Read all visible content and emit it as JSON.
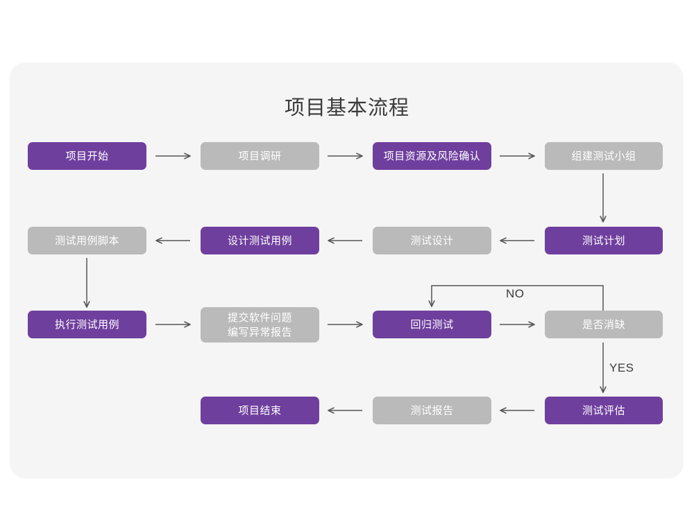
{
  "title": "项目基本流程",
  "palette": {
    "purple": "#6f3f9e",
    "gray": "#bababa",
    "card_bg": "#f5f5f5",
    "page_bg": "#ffffff",
    "connector": "#555555",
    "title_color": "#3a3a3a"
  },
  "nodes": [
    {
      "id": "n1",
      "label": "项目开始",
      "style": "purple",
      "row": 1,
      "col": 1
    },
    {
      "id": "n2",
      "label": "项目调研",
      "style": "gray",
      "row": 1,
      "col": 2
    },
    {
      "id": "n3",
      "label": "项目资源及风险确认",
      "style": "purple",
      "row": 1,
      "col": 3
    },
    {
      "id": "n4",
      "label": "组建测试小组",
      "style": "gray",
      "row": 1,
      "col": 4
    },
    {
      "id": "n5",
      "label": "测试用例脚本",
      "style": "gray",
      "row": 2,
      "col": 1
    },
    {
      "id": "n6",
      "label": "设计测试用例",
      "style": "purple",
      "row": 2,
      "col": 2
    },
    {
      "id": "n7",
      "label": "测试设计",
      "style": "gray",
      "row": 2,
      "col": 3
    },
    {
      "id": "n8",
      "label": "测试计划",
      "style": "purple",
      "row": 2,
      "col": 4
    },
    {
      "id": "n9",
      "label": "执行测试用例",
      "style": "purple",
      "row": 3,
      "col": 1
    },
    {
      "id": "n10",
      "label_line1": "提交软件问题",
      "label_line2": "编写异常报告",
      "style": "gray",
      "row": 3,
      "col": 2
    },
    {
      "id": "n11",
      "label": "回归测试",
      "style": "purple",
      "row": 3,
      "col": 3
    },
    {
      "id": "n12",
      "label": "是否消缺",
      "style": "gray",
      "row": 3,
      "col": 4
    },
    {
      "id": "n13",
      "label": "项目结束",
      "style": "purple",
      "row": 4,
      "col": 2
    },
    {
      "id": "n14",
      "label": "测试报告",
      "style": "gray",
      "row": 4,
      "col": 3
    },
    {
      "id": "n15",
      "label": "测试评估",
      "style": "purple",
      "row": 4,
      "col": 4
    }
  ],
  "edges": [
    {
      "from": "n1",
      "to": "n2",
      "dir": "right"
    },
    {
      "from": "n2",
      "to": "n3",
      "dir": "right"
    },
    {
      "from": "n3",
      "to": "n4",
      "dir": "right"
    },
    {
      "from": "n4",
      "to": "n8",
      "dir": "down"
    },
    {
      "from": "n8",
      "to": "n7",
      "dir": "left"
    },
    {
      "from": "n7",
      "to": "n6",
      "dir": "left"
    },
    {
      "from": "n6",
      "to": "n5",
      "dir": "left"
    },
    {
      "from": "n5",
      "to": "n9",
      "dir": "down"
    },
    {
      "from": "n9",
      "to": "n10",
      "dir": "right"
    },
    {
      "from": "n10",
      "to": "n11",
      "dir": "right"
    },
    {
      "from": "n11",
      "to": "n12",
      "dir": "right"
    },
    {
      "from": "n12",
      "to": "n11",
      "dir": "loop-back",
      "label": "NO"
    },
    {
      "from": "n12",
      "to": "n15",
      "dir": "down",
      "label": "YES"
    },
    {
      "from": "n15",
      "to": "n14",
      "dir": "left"
    },
    {
      "from": "n14",
      "to": "n13",
      "dir": "left"
    }
  ],
  "edge_labels": {
    "no": "NO",
    "yes": "YES"
  }
}
